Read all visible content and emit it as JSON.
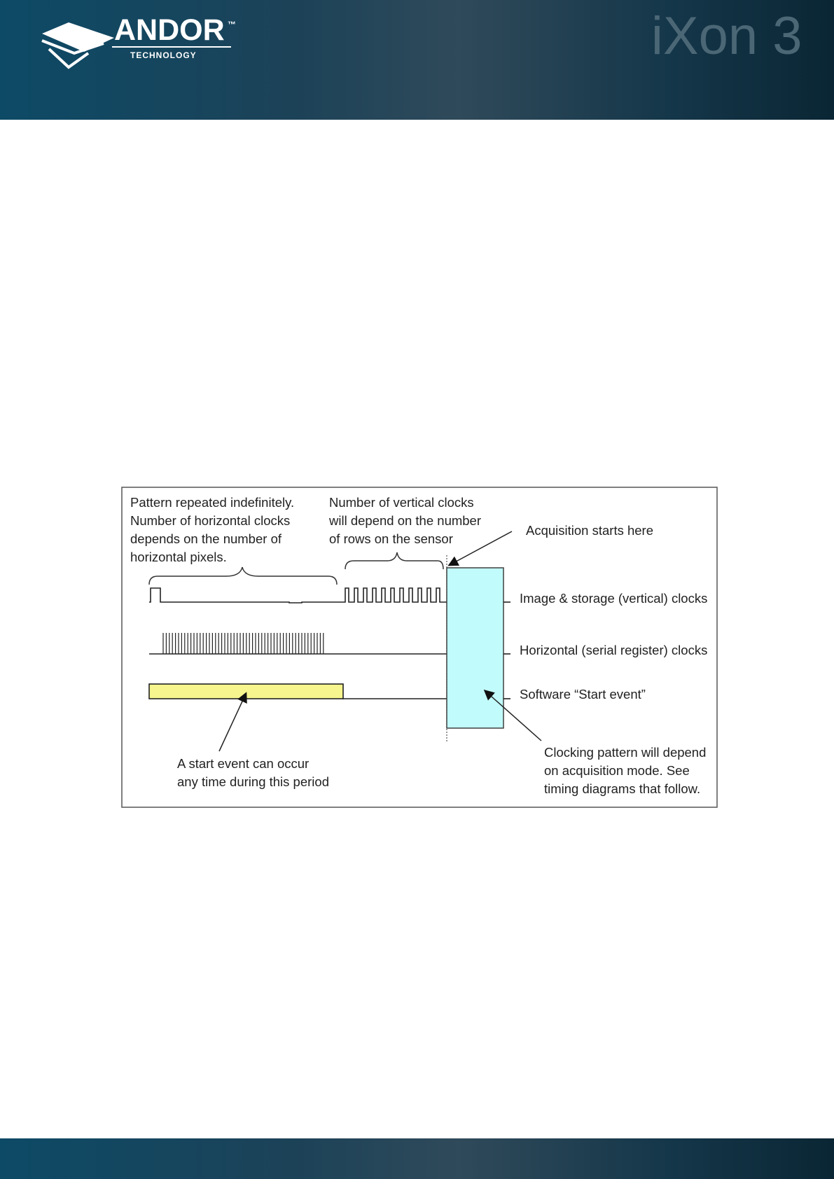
{
  "header": {
    "brand": "ANDOR",
    "brand_tm": "™",
    "brand_sub": "TECHNOLOGY",
    "product": "iXon 3"
  },
  "diagram": {
    "note_pattern": [
      "Pattern repeated indefinitely.",
      "Number of horizontal clocks",
      "depends on the number of",
      "horizontal pixels."
    ],
    "note_vertical": [
      "Number of vertical clocks",
      "will depend on the number",
      "of rows on the sensor"
    ],
    "acq_start": "Acquisition starts here",
    "label_vertical": "Image & storage (vertical) clocks",
    "label_horizontal": "Horizontal (serial register) clocks",
    "label_start": "Software “Start event”",
    "note_start_event": [
      "A start event can occur",
      "any time during this period"
    ],
    "note_clocking": [
      "Clocking pattern will depend",
      "on acquisition mode. See",
      "timing diagrams that follow."
    ],
    "colors": {
      "start_bar": "#f6f58e",
      "acq_box": "#c2fbfb",
      "header_bg": "#13445c"
    }
  }
}
